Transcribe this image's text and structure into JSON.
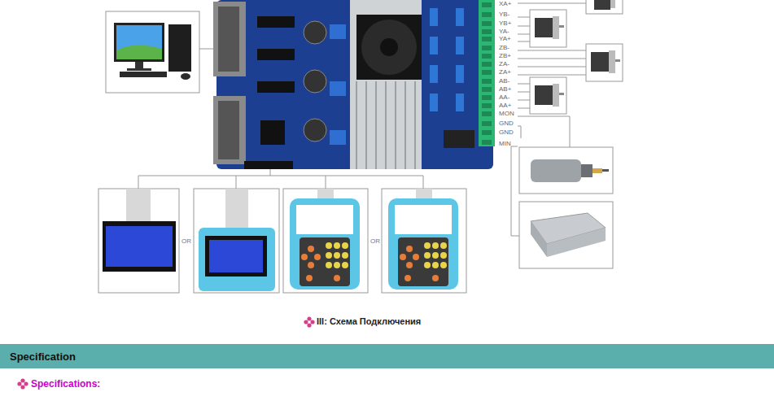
{
  "diagram": {
    "caption": "III: Схема Подключения",
    "nodes": [
      {
        "text": [
          "Specification"
        ]
      }
    ],
    "labels": [
      "XA+",
      "YB-",
      "YB+",
      "YA-",
      "YA+",
      "ZB-",
      "ZB+",
      "ZA-",
      "ZA+",
      "AB-",
      "AB+",
      "AA-",
      "AA+",
      "MON",
      "GND",
      "GND",
      "MIN",
      "OR",
      "OR",
      "Specifications:"
    ]
  }
}
